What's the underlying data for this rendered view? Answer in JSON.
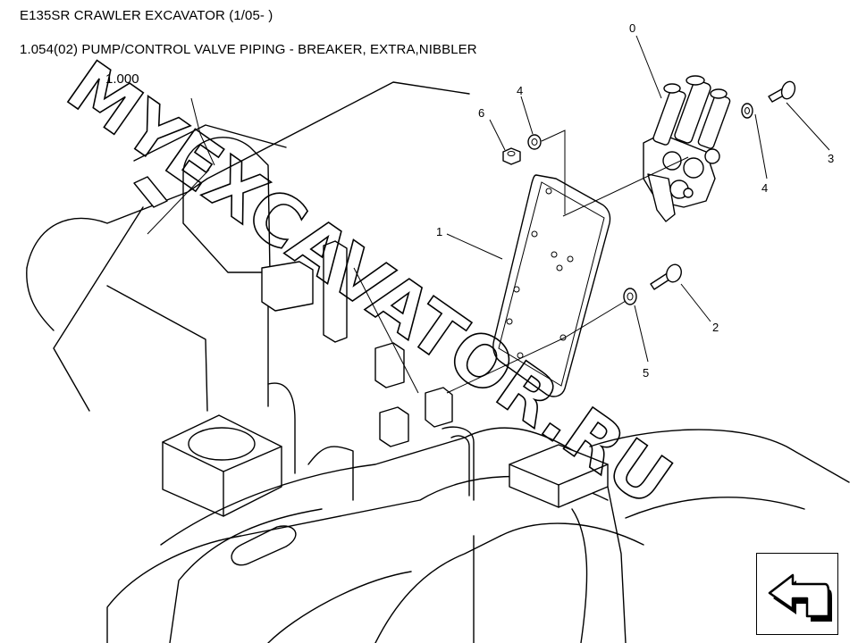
{
  "header": {
    "model": "E135SR CRAWLER EXCAVATOR (1/05- )",
    "section": "1.054(02) PUMP/CONTROL VALVE PIPING - BREAKER, EXTRA,NIBBLER"
  },
  "reference": "1.000",
  "callouts": [
    "0",
    "1",
    "2",
    "3",
    "4",
    "4",
    "5",
    "6"
  ],
  "watermark": "MYEXCAVATOR.RU",
  "nav": {
    "icon": "next-page-arrow-icon"
  },
  "colors": {
    "line": "#000000",
    "background": "#ffffff"
  }
}
